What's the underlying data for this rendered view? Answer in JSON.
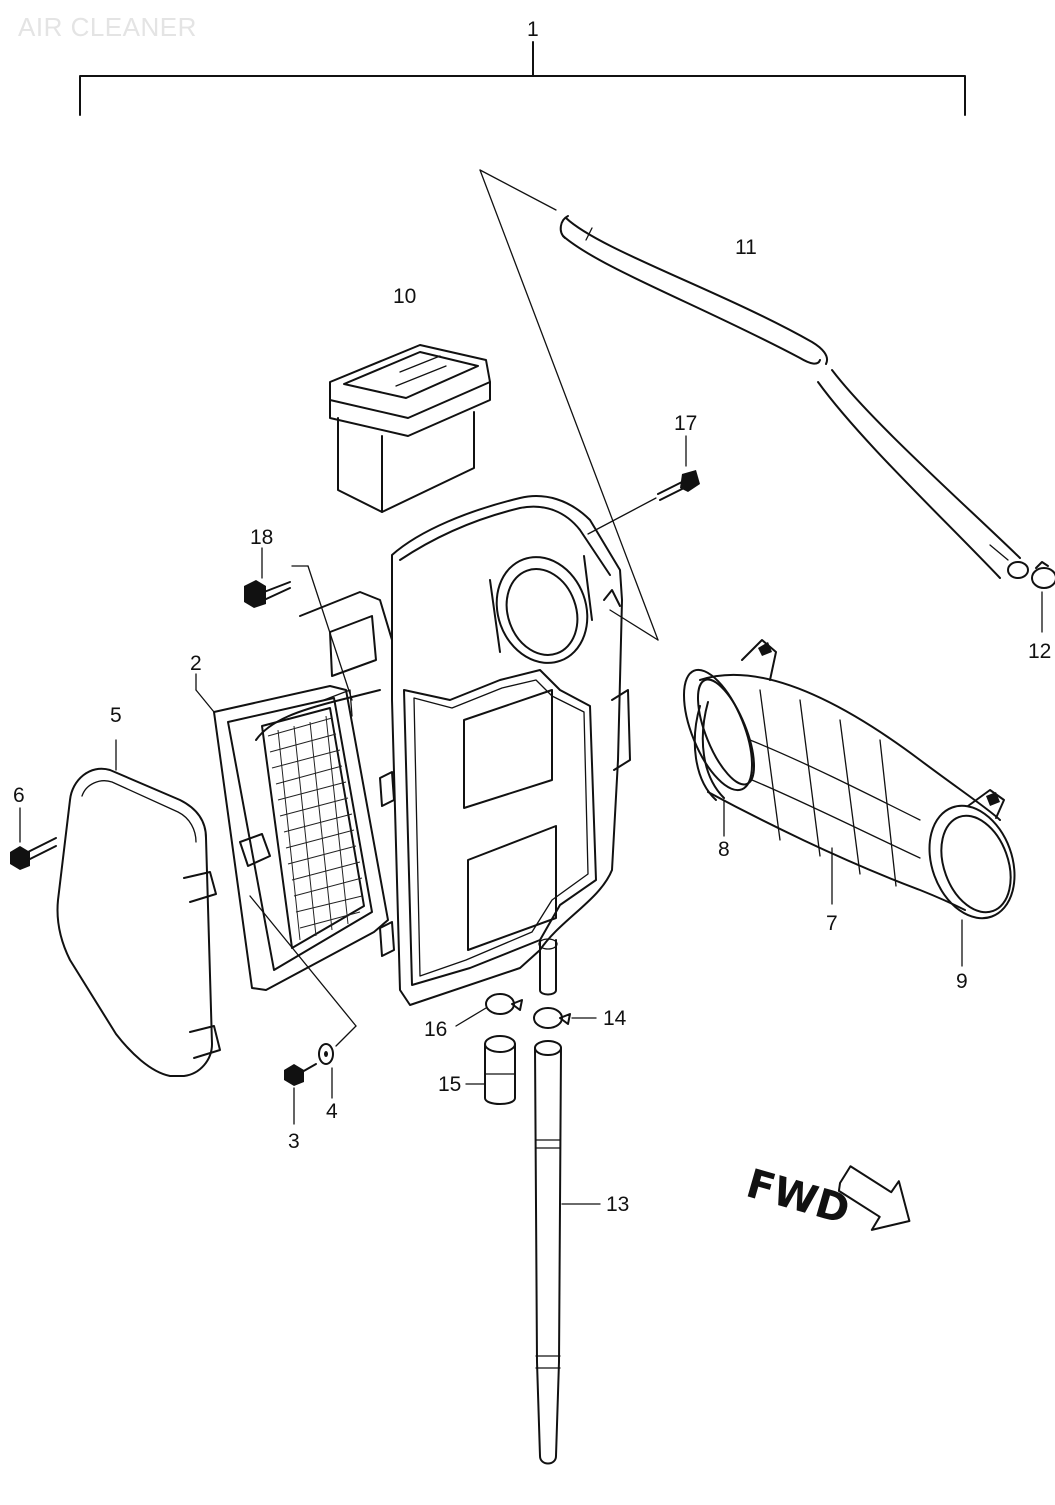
{
  "diagram": {
    "watermark": "AIR CLEANER",
    "direction_label": "FWD",
    "callouts": {
      "c1": "1",
      "c2": "2",
      "c3": "3",
      "c4": "4",
      "c5": "5",
      "c6": "6",
      "c7": "7",
      "c8": "8",
      "c9": "9",
      "c10": "10",
      "c11": "11",
      "c12": "12",
      "c13": "13",
      "c14": "14",
      "c15": "15",
      "c16": "16",
      "c17": "17",
      "c18": "18"
    }
  }
}
